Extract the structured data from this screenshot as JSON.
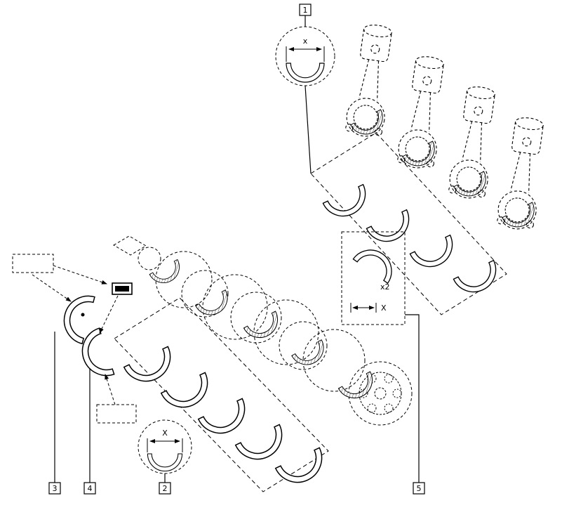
{
  "colors": {
    "line": "#000000",
    "background": "#ffffff"
  },
  "callouts": {
    "item1": "1",
    "item2": "2",
    "item3": "3",
    "item4": "4",
    "item5": "5"
  },
  "dimensions": {
    "top_detail": "x",
    "bottom_detail": "X",
    "side_detail": "X",
    "side_detail_qty": "x2"
  }
}
